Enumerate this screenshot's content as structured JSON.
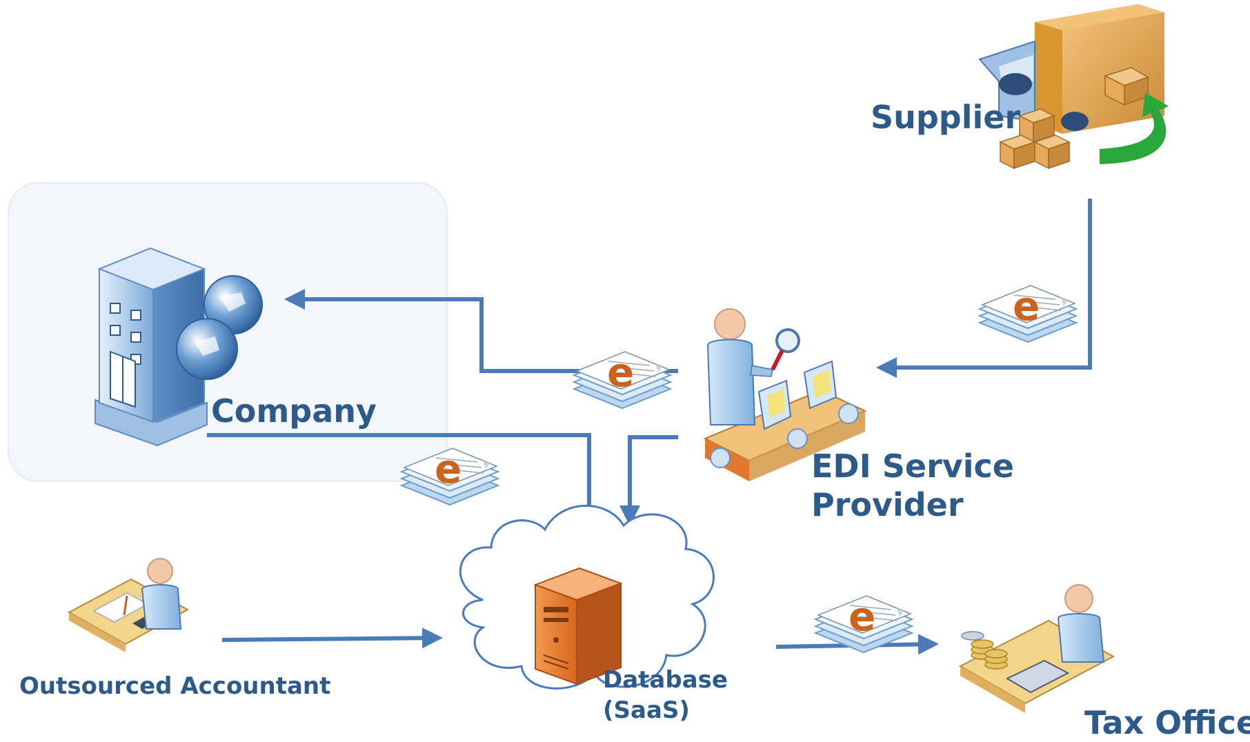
{
  "nodes": {
    "supplier": "Supplier",
    "company": "Company",
    "edi_line1": "EDI Service",
    "edi_line2": "Provider",
    "accountant": "Outsourced Accountant",
    "database_line1": "Database",
    "database_line2": "(SaaS)",
    "tax_office": "Tax Office"
  },
  "doc_icon_letter": "e",
  "colors": {
    "label": "#2e5a8a",
    "arrow": "#4a7ab8",
    "doc_letter": "#c8641e",
    "server": "#e0782e",
    "person_body": "#8fb8e0",
    "green_arrow": "#2aa63a"
  }
}
